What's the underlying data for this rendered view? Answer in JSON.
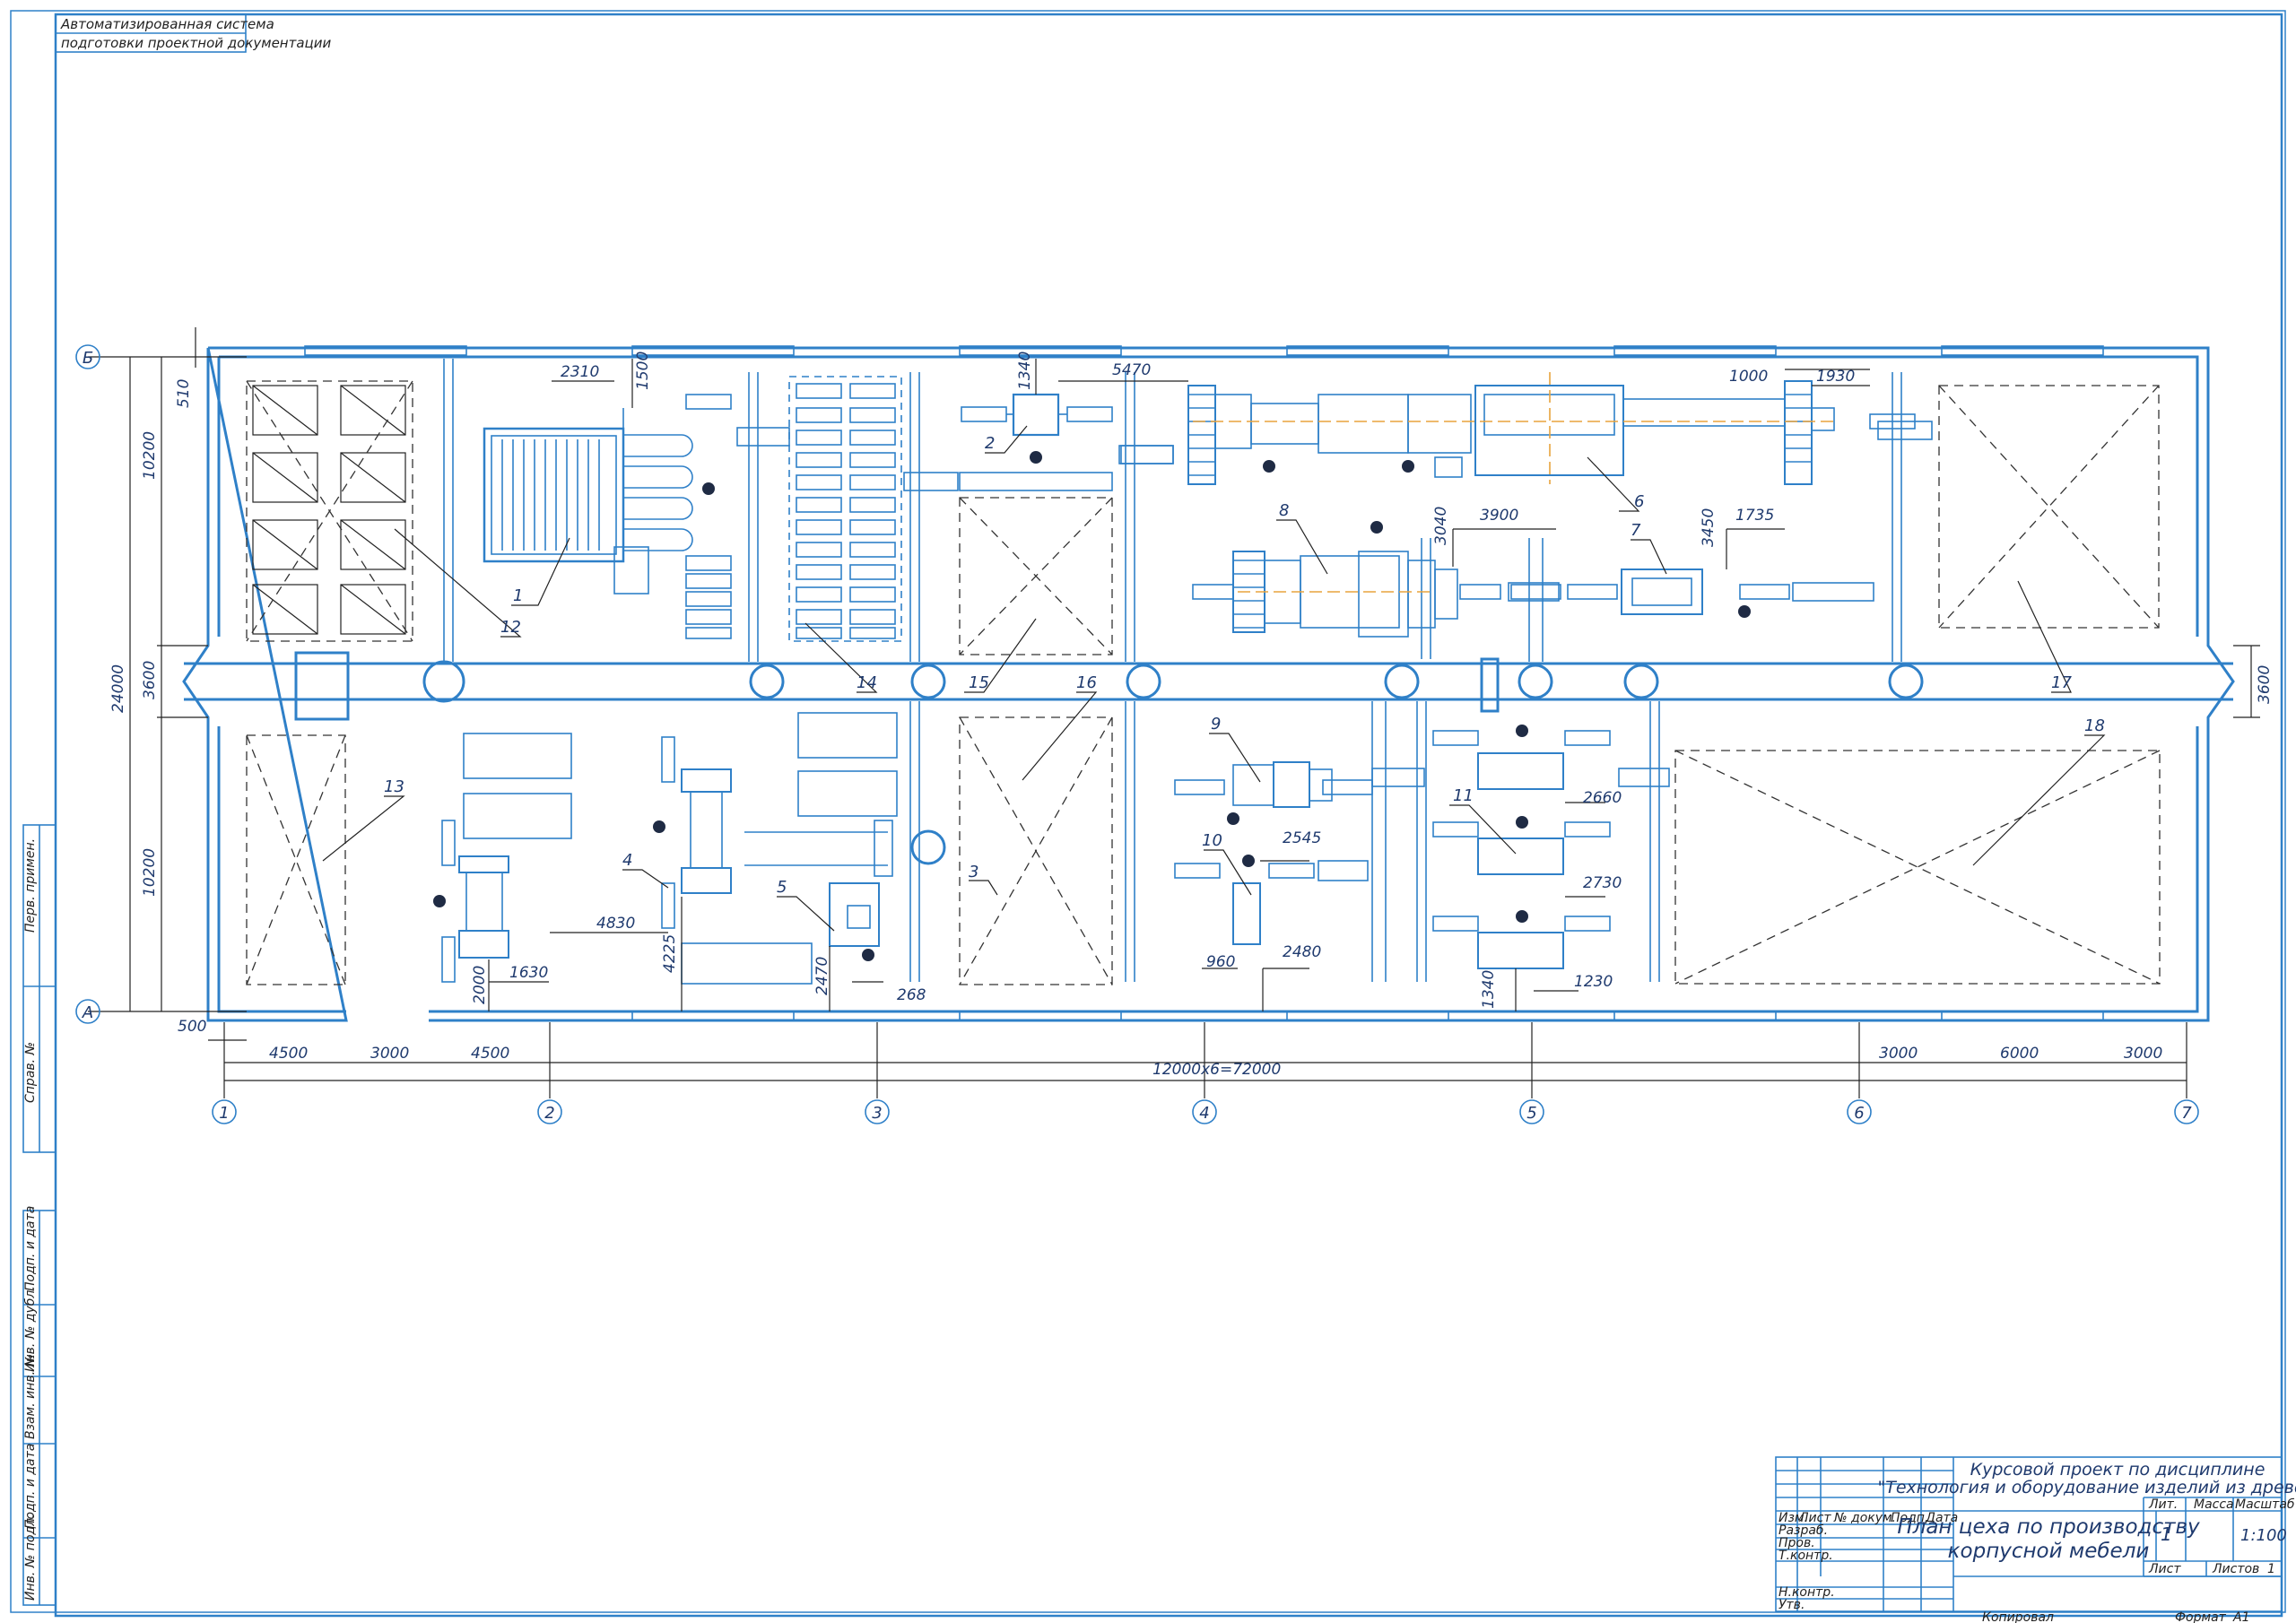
{
  "stamp": {
    "line1": "Автоматизированная система",
    "line2": "подготовки проектной документации"
  },
  "title_block": {
    "project_line1": "Курсовой проект по дисциплине",
    "project_line2": "\"Технология и оборудование изделий из древесины\"",
    "drawing_title_line1": "План цеха по производству",
    "drawing_title_line2": "корпусной мебели",
    "col_headers": [
      "Изм.",
      "Лист",
      "№ докум.",
      "Подп.",
      "Дата"
    ],
    "row_labels": [
      "Разраб.",
      "Пров.",
      "Т.контр.",
      "",
      "Н.контр.",
      "Утв."
    ],
    "lit_label": "Лит.",
    "mass_label": "Масса",
    "scale_label": "Масштаб",
    "lit_value": "1",
    "scale_value": "1:100",
    "sheet_label": "Лист",
    "sheets_label": "Листов",
    "sheets_value": "1",
    "copied": "Копировал",
    "format_label": "Формат",
    "format_value": "А1"
  },
  "side_strip": {
    "labels": [
      "Перв. примен.",
      "Справ. №",
      "Подп. и дата",
      "Инв. № дубл.",
      "Взам. инв. №",
      "Подп. и дата",
      "Инв. № подл."
    ]
  },
  "axes": {
    "columns": [
      "1",
      "2",
      "3",
      "4",
      "5",
      "6",
      "7"
    ],
    "rows": [
      "Б",
      "А"
    ]
  },
  "dimensions": {
    "d510": "510",
    "d10200_top": "10200",
    "d3600_left": "3600",
    "d10200_bot": "10200",
    "d24000": "24000",
    "d3600_right": "3600",
    "d500": "500",
    "d2310": "2310",
    "d1500": "1500",
    "d1340_top": "1340",
    "d5470": "5470",
    "d1000": "1000",
    "d1930": "1930",
    "d3040": "3040",
    "d3900": "3900",
    "d3450": "3450",
    "d1735": "1735",
    "d4830": "4830",
    "d4225": "4225",
    "d1630": "1630",
    "d2000": "2000",
    "d2470": "2470",
    "d268": "268",
    "d2545": "2545",
    "d960": "960",
    "d2480": "2480",
    "d2660": "2660",
    "d2730": "2730",
    "d1230": "1230",
    "d1340_bot": "1340",
    "bay_4500a": "4500",
    "bay_3000a": "3000",
    "bay_4500b": "4500",
    "bay_total": "12000х6=72000",
    "bay_3000b": "3000",
    "bay_6000": "6000",
    "bay_3000c": "3000"
  },
  "positions": [
    "1",
    "2",
    "3",
    "4",
    "5",
    "6",
    "7",
    "8",
    "9",
    "10",
    "11",
    "12",
    "13",
    "14",
    "15",
    "16",
    "17",
    "18"
  ],
  "colors": {
    "equipment": "#2f80c8",
    "lines": "#222222"
  }
}
